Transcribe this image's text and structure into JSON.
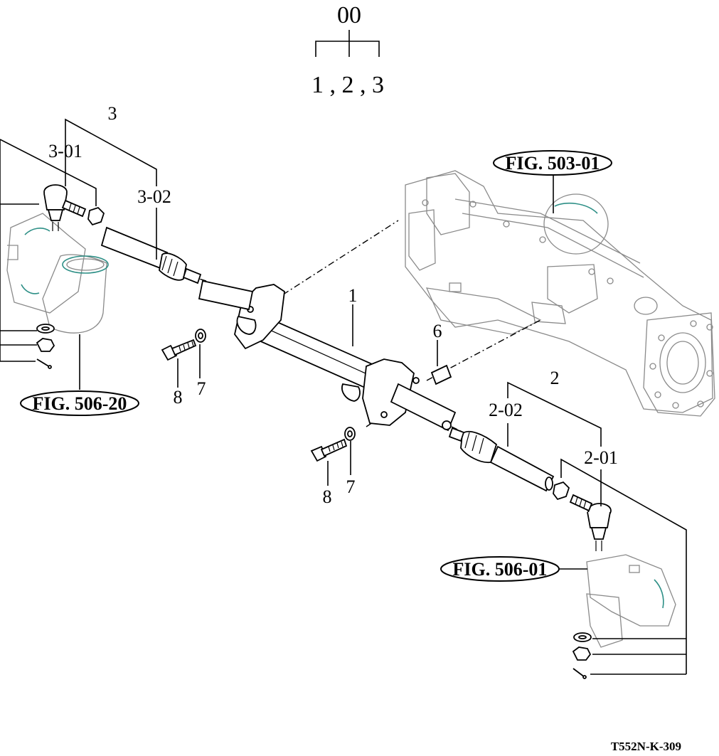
{
  "hierarchy": {
    "parent": "00",
    "children": "1 , 2 , 3"
  },
  "labels": {
    "l1": "1",
    "l2": "2",
    "l3": "3",
    "l3_01": "3-01",
    "l3_02": "3-02",
    "l2_01": "2-01",
    "l2_02": "2-02",
    "l6": "6",
    "l7a": "7",
    "l8a": "8",
    "l7b": "7",
    "l8b": "8"
  },
  "figure_refs": {
    "fig_503_01": "FIG. 503-01",
    "fig_506_20": "FIG. 506-20",
    "fig_506_01": "FIG. 506-01"
  },
  "drawing_code": "T552N-K-309"
}
